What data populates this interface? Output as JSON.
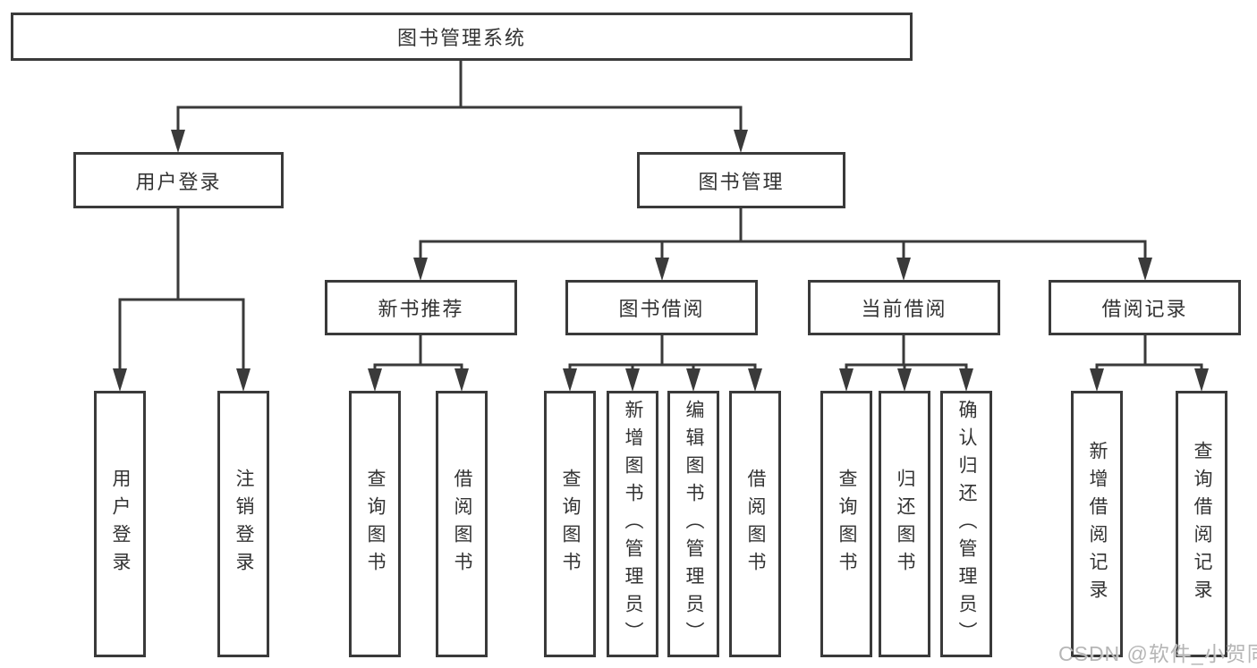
{
  "diagram": {
    "title": "图书管理系统",
    "nodes": {
      "user_login": {
        "label": "用户登录",
        "children": [
          "用户登录",
          "注销登录"
        ]
      },
      "book_mgmt": {
        "label": "图书管理"
      },
      "new_books": {
        "label": "新书推荐",
        "children": [
          "查询图书",
          "借阅图书"
        ]
      },
      "borrowing": {
        "label": "图书借阅",
        "children": [
          "查询图书",
          "新增图书（管理员）",
          "编辑图书（管理员）",
          "借阅图书"
        ]
      },
      "current": {
        "label": "当前借阅",
        "children": [
          "查询图书",
          "归还图书",
          "确认归还（管理员）"
        ]
      },
      "records": {
        "label": "借阅记录",
        "children": [
          "新增借阅记录",
          "查询借阅记录"
        ]
      }
    },
    "colors": {
      "line": "#3a3a3a",
      "box_border": "#3a3a3a",
      "box_background": "#ffffff",
      "text": "#333333",
      "watermark": "#b6b6b6"
    },
    "watermark": "CSDN @软件_小贺同学"
  }
}
